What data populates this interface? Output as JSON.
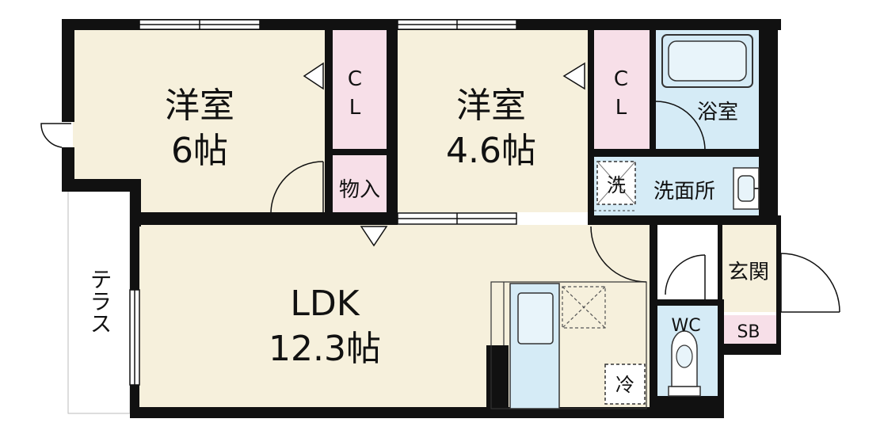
{
  "rooms": {
    "western_a": {
      "name": "洋室",
      "size": "6帖"
    },
    "western_b": {
      "name": "洋室",
      "size": "4.6帖"
    },
    "ldk": {
      "name": "LDK",
      "size": "12.3帖"
    },
    "closet_a": {
      "c": "C",
      "l": "L"
    },
    "closet_b": {
      "c": "C",
      "l": "L"
    },
    "storage": "物入",
    "bath": "浴室",
    "washroom": "洗面所",
    "washer": "洗",
    "entrance": "玄関",
    "toilet": "WC",
    "shoe_box": "SB",
    "fridge": "冷",
    "terrace": "テラス"
  },
  "colors": {
    "room_fill": "#f6f0dc",
    "closet_fill": "#f7dfe8",
    "wet_fill": "#d5ebf6",
    "wall": "#111111"
  }
}
